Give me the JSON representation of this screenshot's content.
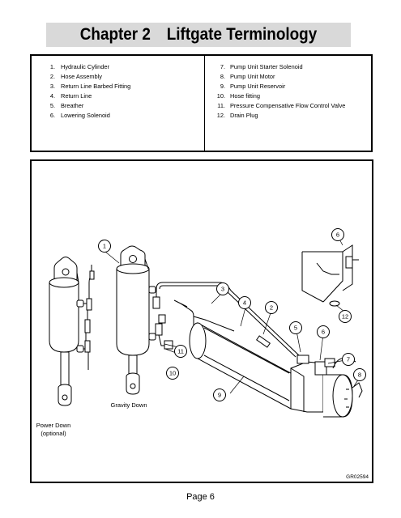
{
  "header": {
    "chapter": "Chapter 2",
    "title": "Liftgate Terminology"
  },
  "legend": {
    "left": [
      {
        "num": "1.",
        "text": "Hydraulic Cylinder"
      },
      {
        "num": "2.",
        "text": "Hose Assembly"
      },
      {
        "num": "3.",
        "text": "Return Line Barbed Fitting"
      },
      {
        "num": "4.",
        "text": "Return Line"
      },
      {
        "num": "5.",
        "text": "Breather"
      },
      {
        "num": "6.",
        "text": "Lowering Solenoid"
      }
    ],
    "right": [
      {
        "num": "7.",
        "text": "Pump Unit Starter Solenoid"
      },
      {
        "num": "8.",
        "text": "Pump Unit Motor"
      },
      {
        "num": "9.",
        "text": "Pump Unit Reservoir"
      },
      {
        "num": "10.",
        "text": "Hose fitting"
      },
      {
        "num": "11.",
        "text": "Pressure Compensative Flow Control Valve"
      },
      {
        "num": "12.",
        "text": "Drain Plug"
      }
    ]
  },
  "diagram": {
    "callouts": [
      "1",
      "2",
      "3",
      "4",
      "5",
      "6",
      "6",
      "7",
      "8",
      "9",
      "10",
      "11",
      "12"
    ],
    "captions": {
      "power_down": "Power Down",
      "power_down_sub": "(optional)",
      "gravity_down": "Gravity Down"
    },
    "drawing_number": "GR02594"
  },
  "footer": {
    "page": "Page 6"
  }
}
